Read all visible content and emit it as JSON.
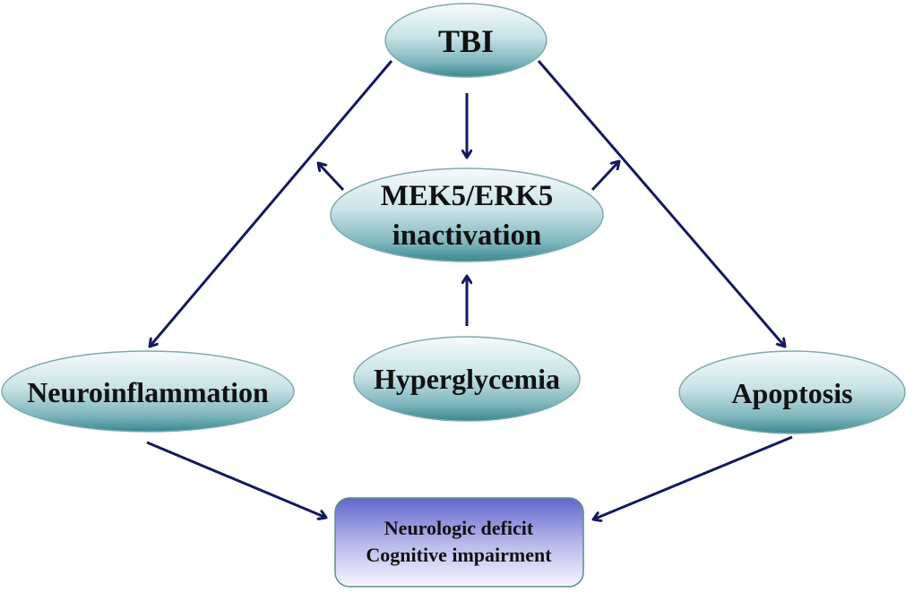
{
  "diagram": {
    "title": "TBI, hyperglycemia and MEK5/ERK5 pathway diagram",
    "nodes": {
      "tbi": {
        "label_lines": [
          "TBI"
        ]
      },
      "mek5": {
        "label_lines": [
          "MEK5/ERK5",
          "inactivation"
        ]
      },
      "neuroinflammation": {
        "label_lines": [
          "Neuroinflammation"
        ]
      },
      "hyperglycemia": {
        "label_lines": [
          "Hyperglycemia"
        ]
      },
      "apoptosis": {
        "label_lines": [
          "Apoptosis"
        ]
      },
      "outcome": {
        "label_lines": [
          "Neurologic deficit",
          "Cognitive impairment"
        ]
      }
    },
    "edges": [
      {
        "from": "tbi",
        "to": "neuroinflammation"
      },
      {
        "from": "tbi",
        "to": "mek5"
      },
      {
        "from": "tbi",
        "to": "apoptosis"
      },
      {
        "from": "mek5",
        "to": "tbi-neuroinflammation-edge"
      },
      {
        "from": "mek5",
        "to": "tbi-apoptosis-edge"
      },
      {
        "from": "hyperglycemia",
        "to": "mek5"
      },
      {
        "from": "neuroinflammation",
        "to": "outcome"
      },
      {
        "from": "apoptosis",
        "to": "outcome"
      }
    ],
    "colors": {
      "arrow": "#141a5c",
      "ellipse_top": "#f4fafb",
      "ellipse_mid": "#c3e0e4",
      "ellipse_bottom": "#3e8a93",
      "ellipse_stroke": "#7fa9ae",
      "box_top": "#6468cc",
      "box_bottom": "#f6f6fd",
      "box_stroke": "#5f8a8f"
    }
  }
}
